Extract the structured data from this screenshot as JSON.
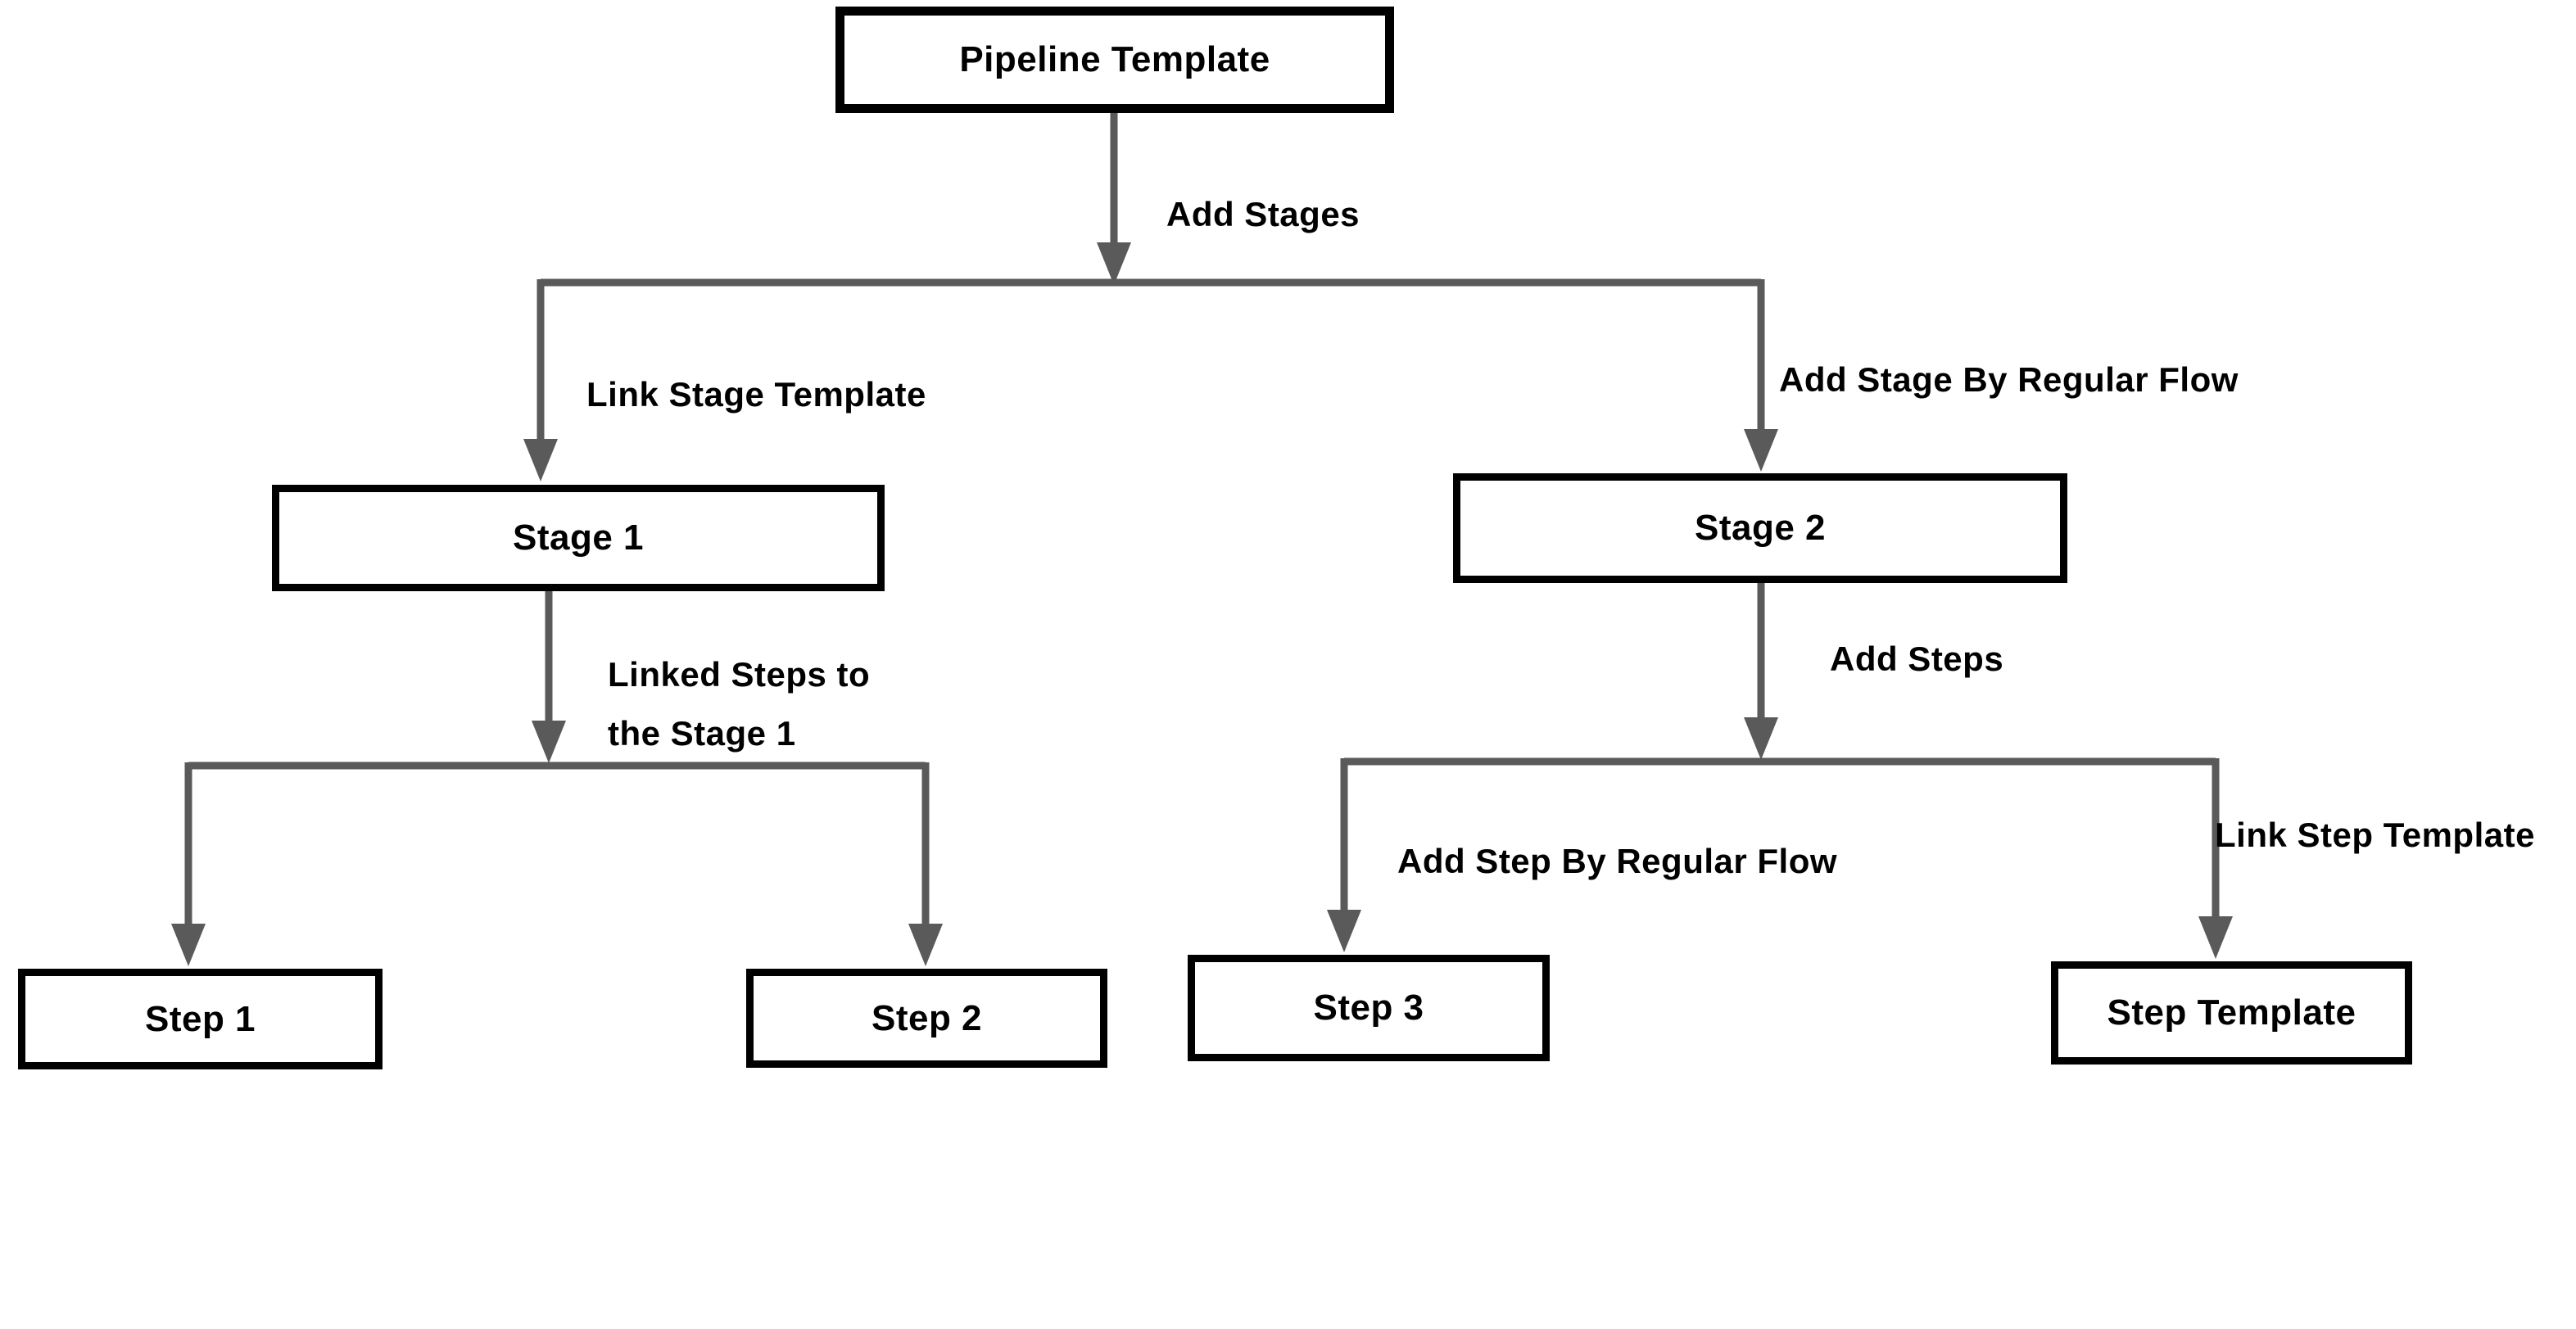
{
  "diagram": {
    "nodes": {
      "pipeline_template": {
        "label": "Pipeline Template"
      },
      "stage_1": {
        "label": "Stage 1"
      },
      "stage_2": {
        "label": "Stage 2"
      },
      "step_1": {
        "label": "Step 1"
      },
      "step_2": {
        "label": "Step 2"
      },
      "step_3": {
        "label": "Step 3"
      },
      "step_template": {
        "label": "Step Template"
      }
    },
    "edge_labels": {
      "add_stages": "Add Stages",
      "link_stage_template": "Link Stage Template",
      "add_stage_by_regular_flow": "Add Stage By Regular Flow",
      "linked_steps_to_the_stage_1": "Linked Steps to\nthe Stage 1",
      "add_steps": "Add Steps",
      "add_step_by_regular_flow": "Add Step By Regular Flow",
      "link_step_template": "Link Step Template"
    },
    "colors": {
      "connector": "#5a5a5a",
      "node_border": "#000000",
      "node_fill": "#ffffff",
      "text": "#000000",
      "background": "#ffffff"
    }
  }
}
